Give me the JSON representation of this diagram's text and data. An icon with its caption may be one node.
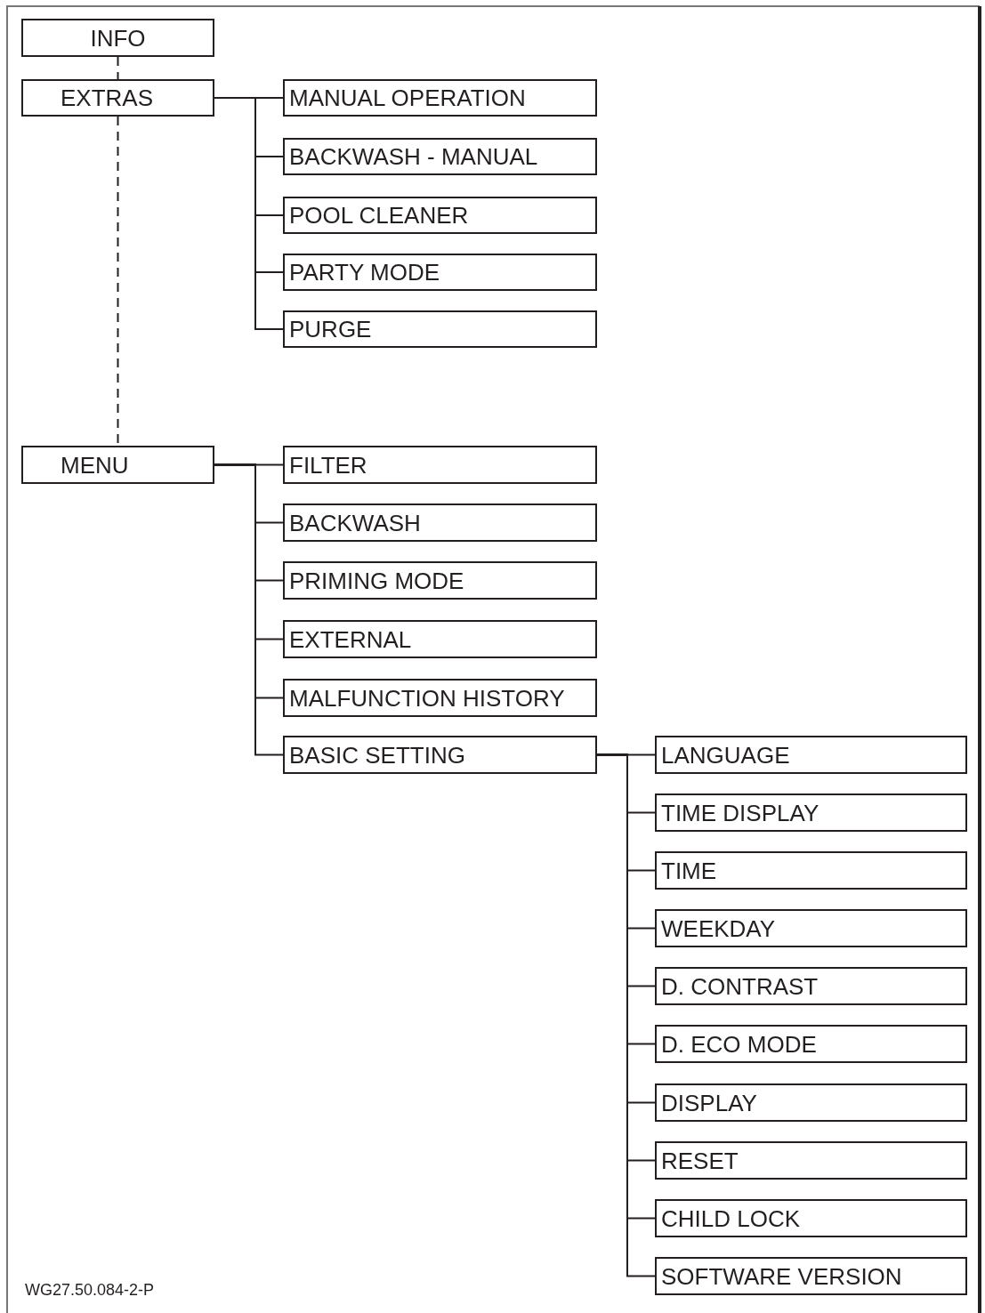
{
  "diagram": {
    "nodes": [
      {
        "text": [
          "INFO"
        ]
      },
      {
        "text": [
          "EXTRAS"
        ]
      },
      {
        "text": [
          "MANUAL OPERATION"
        ]
      },
      {
        "text": [
          "BACKWASH - MANUAL"
        ]
      },
      {
        "text": [
          "POOL CLEANER"
        ]
      },
      {
        "text": [
          "PARTY MODE"
        ]
      },
      {
        "text": [
          "PURGE"
        ]
      },
      {
        "text": [
          "MENU"
        ]
      },
      {
        "text": [
          "FILTER"
        ]
      },
      {
        "text": [
          "BACKWASH"
        ]
      },
      {
        "text": [
          "PRIMING MODE"
        ]
      },
      {
        "text": [
          "EXTERNAL"
        ]
      },
      {
        "text": [
          "MALFUNCTION HISTORY"
        ]
      },
      {
        "text": [
          "BASIC SETTING"
        ]
      },
      {
        "text": [
          "LANGUAGE"
        ]
      },
      {
        "text": [
          "TIME DISPLAY"
        ]
      },
      {
        "text": [
          "TIME"
        ]
      },
      {
        "text": [
          "WEEKDAY"
        ]
      },
      {
        "text": [
          "D. CONTRAST"
        ]
      },
      {
        "text": [
          "D. ECO MODE"
        ]
      },
      {
        "text": [
          "DISPLAY"
        ]
      },
      {
        "text": [
          "RESET"
        ]
      },
      {
        "text": [
          "CHILD LOCK"
        ]
      },
      {
        "text": [
          "SOFTWARE VERSION"
        ]
      }
    ],
    "edges": [
      {
        "from": 0,
        "to": 1,
        "arrow": "none",
        "style": "dashed"
      },
      {
        "from": 1,
        "to": 7,
        "arrow": "none",
        "style": "dashed"
      },
      {
        "from": 1,
        "to": 2,
        "arrow": "none"
      },
      {
        "from": 1,
        "to": 3,
        "arrow": "none"
      },
      {
        "from": 1,
        "to": 4,
        "arrow": "none"
      },
      {
        "from": 1,
        "to": 5,
        "arrow": "none"
      },
      {
        "from": 1,
        "to": 6,
        "arrow": "none"
      },
      {
        "from": 7,
        "to": 8,
        "arrow": "none"
      },
      {
        "from": 7,
        "to": 9,
        "arrow": "none"
      },
      {
        "from": 7,
        "to": 10,
        "arrow": "none"
      },
      {
        "from": 7,
        "to": 11,
        "arrow": "none"
      },
      {
        "from": 7,
        "to": 12,
        "arrow": "none"
      },
      {
        "from": 7,
        "to": 13,
        "arrow": "none"
      },
      {
        "from": 13,
        "to": 14,
        "arrow": "none"
      },
      {
        "from": 13,
        "to": 15,
        "arrow": "none"
      },
      {
        "from": 13,
        "to": 16,
        "arrow": "none"
      },
      {
        "from": 13,
        "to": 17,
        "arrow": "none"
      },
      {
        "from": 13,
        "to": 18,
        "arrow": "none"
      },
      {
        "from": 13,
        "to": 19,
        "arrow": "none"
      },
      {
        "from": 13,
        "to": 20,
        "arrow": "none"
      },
      {
        "from": 13,
        "to": 21,
        "arrow": "none"
      },
      {
        "from": 13,
        "to": 22,
        "arrow": "none"
      },
      {
        "from": 13,
        "to": 23,
        "arrow": "none"
      }
    ],
    "labels": [
      "WG27.50.084-2-P"
    ]
  }
}
